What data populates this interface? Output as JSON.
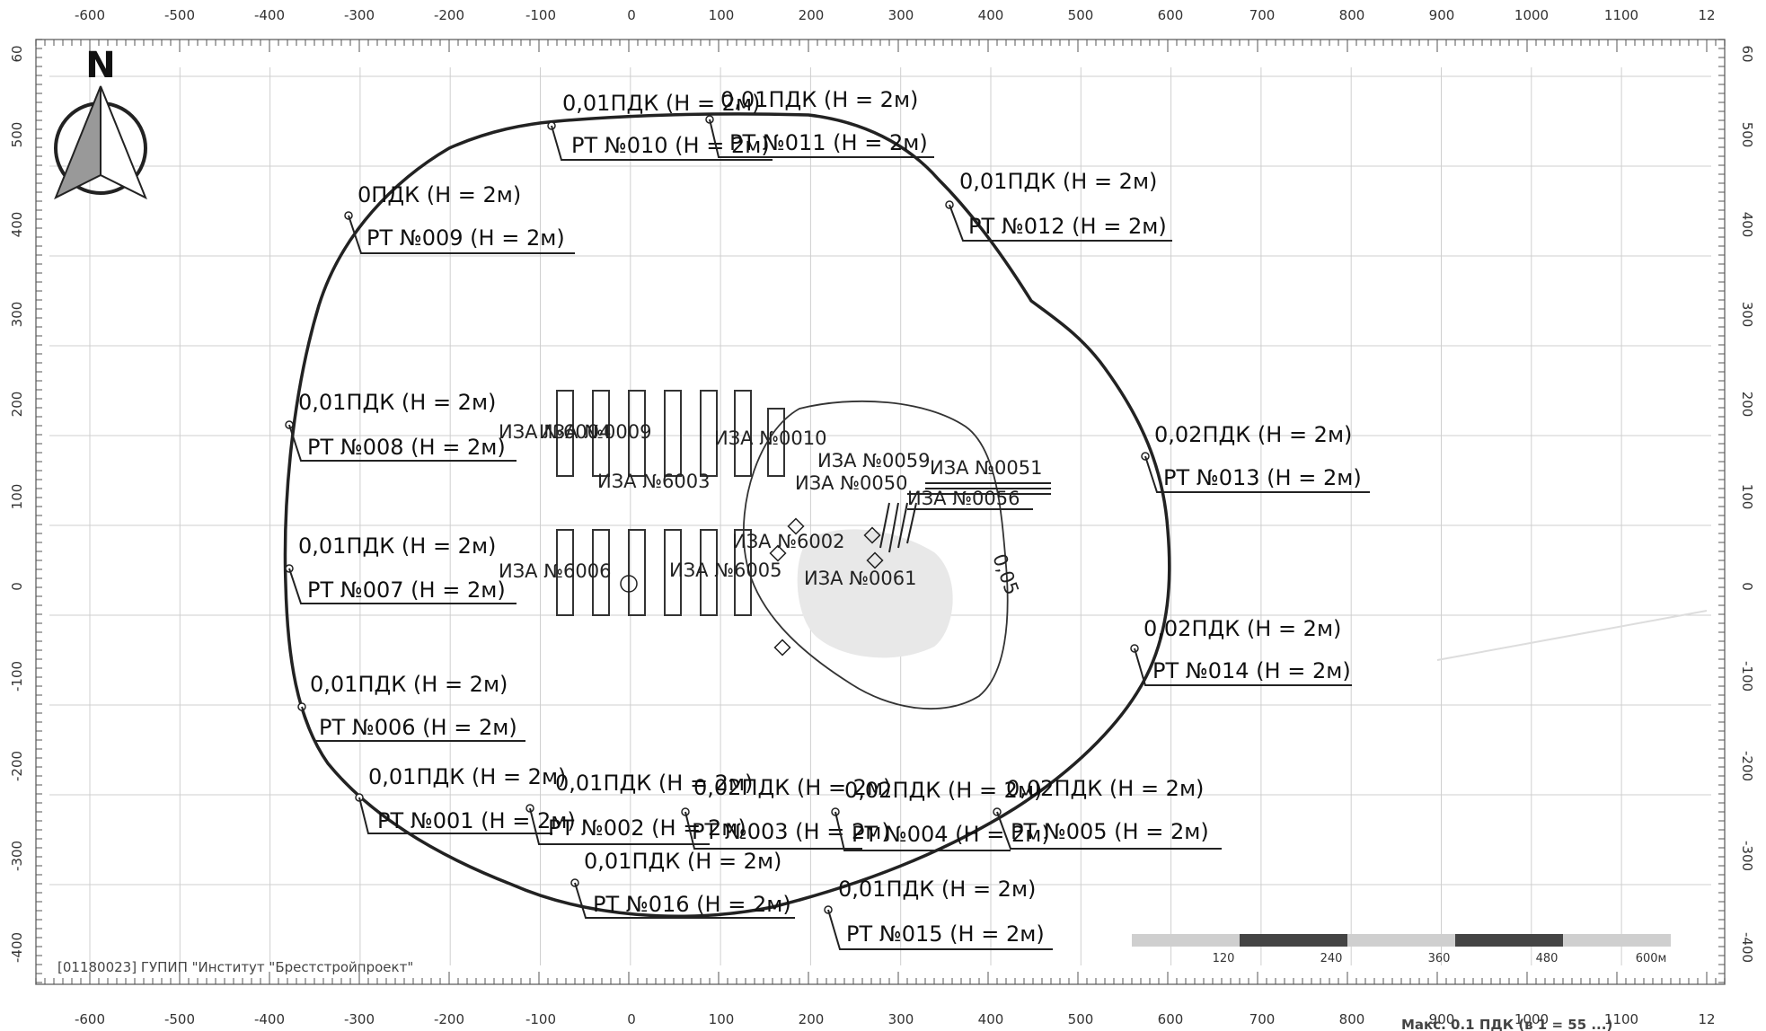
{
  "map": {
    "north_label": "N",
    "credit": "[01180023] ГУПИП \"Институт \"Брестстройпроект\"",
    "bottom_right_partial": "Макс. 0.1 ПДК (в 1 = 55 ...)",
    "x_ticks": [
      "-600",
      "-500",
      "-400",
      "-300",
      "-200",
      "-100",
      "0",
      "100",
      "200",
      "300",
      "400",
      "500",
      "600",
      "700",
      "800",
      "900",
      "1000",
      "1100",
      "12"
    ],
    "y_ticks": [
      "500",
      "400",
      "300",
      "200",
      "100",
      "0",
      "-100",
      "-200",
      "-300",
      "-400"
    ],
    "y_tick_top_left": "60",
    "y_tick_top_right": "60",
    "scale_bar": {
      "labels": [
        "120",
        "240",
        "360",
        "480",
        "600м"
      ]
    },
    "receptors": [
      {
        "id": "rt001",
        "name": "РТ №001 (Н = 2м)",
        "pdk": "0,01ПДК (Н = 2м)"
      },
      {
        "id": "rt002",
        "name": "РТ №002 (Н = 2м)",
        "pdk": "0,01ПДК (Н = 2м)"
      },
      {
        "id": "rt003",
        "name": "РТ №003 (Н = 2м)",
        "pdk": "0,02ПДК (Н = 2м)"
      },
      {
        "id": "rt004",
        "name": "РТ №004 (Н = 2м)",
        "pdk": "0,02ПДК (Н = 2м)"
      },
      {
        "id": "rt005",
        "name": "РТ №005 (Н = 2м)",
        "pdk": "0,02ПДК (Н = 2м)"
      },
      {
        "id": "rt006",
        "name": "РТ №006 (Н = 2м)",
        "pdk": "0,01ПДК (Н = 2м)"
      },
      {
        "id": "rt007",
        "name": "РТ №007 (Н = 2м)",
        "pdk": "0,01ПДК (Н = 2м)"
      },
      {
        "id": "rt008",
        "name": "РТ №008 (Н = 2м)",
        "pdk": "0,01ПДК (Н = 2м)"
      },
      {
        "id": "rt009",
        "name": "РТ №009 (Н = 2м)",
        "pdk": "0ПДК (Н = 2м)"
      },
      {
        "id": "rt010",
        "name": "РТ №010 (Н = 2м)",
        "pdk": "0,01ПДК (Н = 2м)"
      },
      {
        "id": "rt011",
        "name": "РТ №011 (Н = 2м)",
        "pdk": "0,01ПДК (Н = 2м)"
      },
      {
        "id": "rt012",
        "name": "РТ №012 (Н = 2м)",
        "pdk": "0,01ПДК (Н = 2м)"
      },
      {
        "id": "rt013",
        "name": "РТ №013 (Н = 2м)",
        "pdk": "0,02ПДК (Н = 2м)"
      },
      {
        "id": "rt014",
        "name": "РТ №014 (Н = 2м)",
        "pdk": "0,02ПДК (Н = 2м)"
      },
      {
        "id": "rt015",
        "name": "РТ №015 (Н = 2м)",
        "pdk": "0,01ПДК (Н = 2м)"
      },
      {
        "id": "rt016",
        "name": "РТ №016 (Н = 2м)",
        "pdk": "0,01ПДК (Н = 2м)"
      }
    ],
    "sources": {
      "iza_0009": "ИЗА №0009",
      "iza_0010": "ИЗА №0010",
      "iza_6003": "ИЗА №6003",
      "iza_0059": "ИЗА №0059",
      "iza_0056": "ИЗА №0056",
      "iza_6002": "ИЗА №6002",
      "iza_0061": "ИЗА №0061",
      "iza_6005": "ИЗА №6005",
      "iza_overlap_top": "ИЗА №6004",
      "iza_overlap_bottom": "ИЗА №6006",
      "iza_row_mid": "ИЗА №0050",
      "iza_row_low": "ИЗА №0051"
    },
    "isoline_label": "0,05"
  }
}
